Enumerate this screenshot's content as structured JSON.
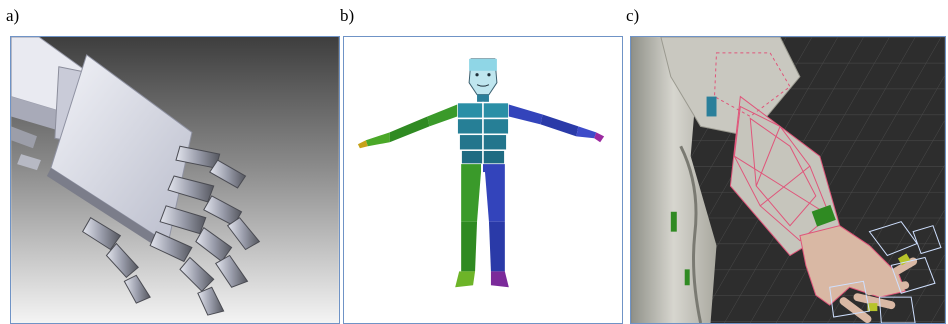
{
  "figure": {
    "panels": [
      {
        "label": "a)",
        "subject": "robotic-hand-render"
      },
      {
        "label": "b)",
        "subject": "segmented-mannequin-t-pose"
      },
      {
        "label": "c)",
        "subject": "human-arm-mesh-with-hand-controls"
      }
    ]
  },
  "colors": {
    "frame_border": "#6f93c6",
    "mannequin_left_segments": "#3a9a2a",
    "mannequin_right_segments": "#3344bb",
    "mannequin_torso": "#2a7f9a",
    "mannequin_head": "#bfe6ef",
    "mesh_overlay": "#e0557a",
    "control_boxes": "#cfe0ff"
  }
}
